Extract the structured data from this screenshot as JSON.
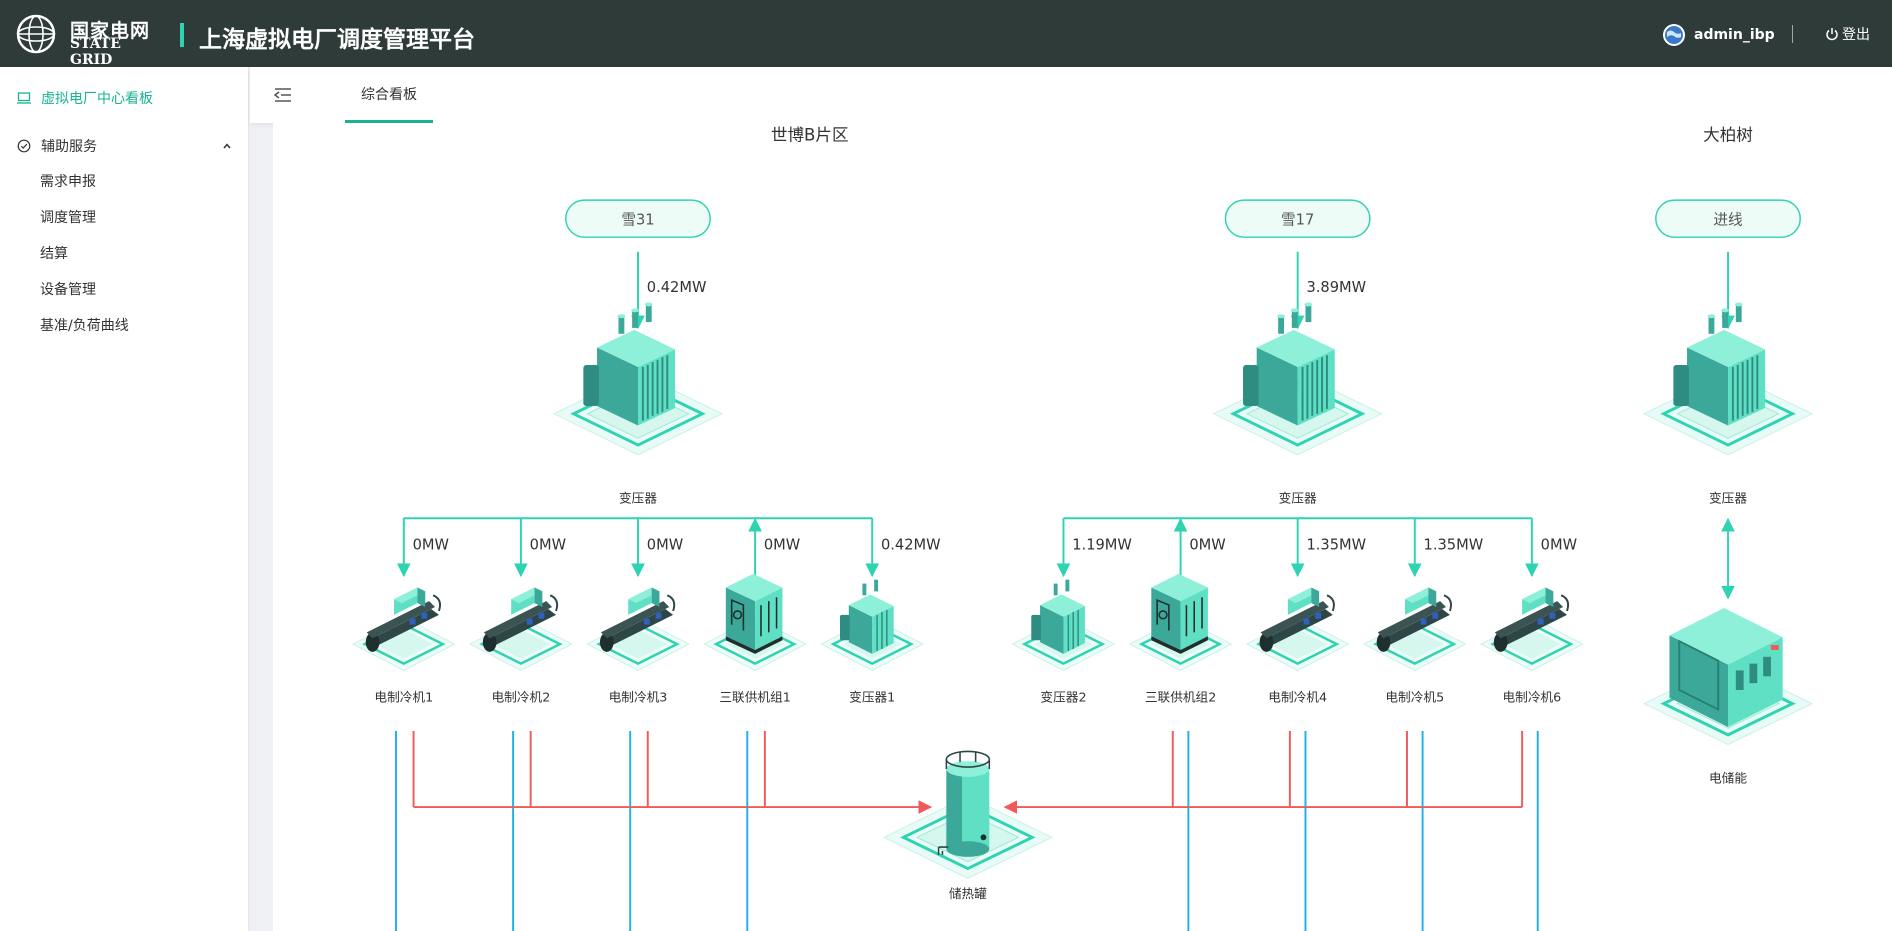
{
  "header": {
    "logo_cn": "国家电网",
    "logo_en": "STATE GRID",
    "app_title": "上海虚拟电厂调度管理平台",
    "username": "admin_ibp",
    "logout_label": "登出"
  },
  "sidebar": {
    "dashboard_label": "虚拟电厂中心看板",
    "group_label": "辅助服务",
    "sub_items": [
      "需求申报",
      "调度管理",
      "结算",
      "设备管理",
      "基准/负荷曲线"
    ]
  },
  "tabs": {
    "active_label": "综合看板"
  },
  "colors": {
    "accent": "#19b393",
    "power_line": "#2ed3b2",
    "heat_line": "#f05a5a",
    "water_line": "#1fb2e8",
    "header_bg": "#2e3b39"
  },
  "areas": {
    "left": {
      "title": "世博B片区",
      "source": "雪31",
      "feed_power": "0.42MW",
      "transformer": "变压器",
      "loads": [
        {
          "name": "电制冷机1",
          "power": "0MW",
          "icon": "chiller-icon"
        },
        {
          "name": "电制冷机2",
          "power": "0MW",
          "icon": "chiller-icon"
        },
        {
          "name": "电制冷机3",
          "power": "0MW",
          "icon": "chiller-icon"
        },
        {
          "name": "三联供机组1",
          "power": "0MW",
          "icon": "cchp-icon"
        },
        {
          "name": "变压器1",
          "power": "0.42MW",
          "icon": "transformer-icon"
        }
      ]
    },
    "middle": {
      "source": "雪17",
      "feed_power": "3.89MW",
      "transformer": "变压器",
      "loads": [
        {
          "name": "变压器2",
          "power": "1.19MW",
          "icon": "transformer-icon"
        },
        {
          "name": "三联供机组2",
          "power": "0MW",
          "icon": "cchp-icon"
        },
        {
          "name": "电制冷机4",
          "power": "1.35MW",
          "icon": "chiller-icon"
        },
        {
          "name": "电制冷机5",
          "power": "1.35MW",
          "icon": "chiller-icon"
        },
        {
          "name": "电制冷机6",
          "power": "0MW",
          "icon": "chiller-icon"
        }
      ]
    },
    "right": {
      "title": "大柏树",
      "source": "进线",
      "transformer": "变压器",
      "storage": "电储能"
    },
    "heat_tank": "储热罐"
  }
}
